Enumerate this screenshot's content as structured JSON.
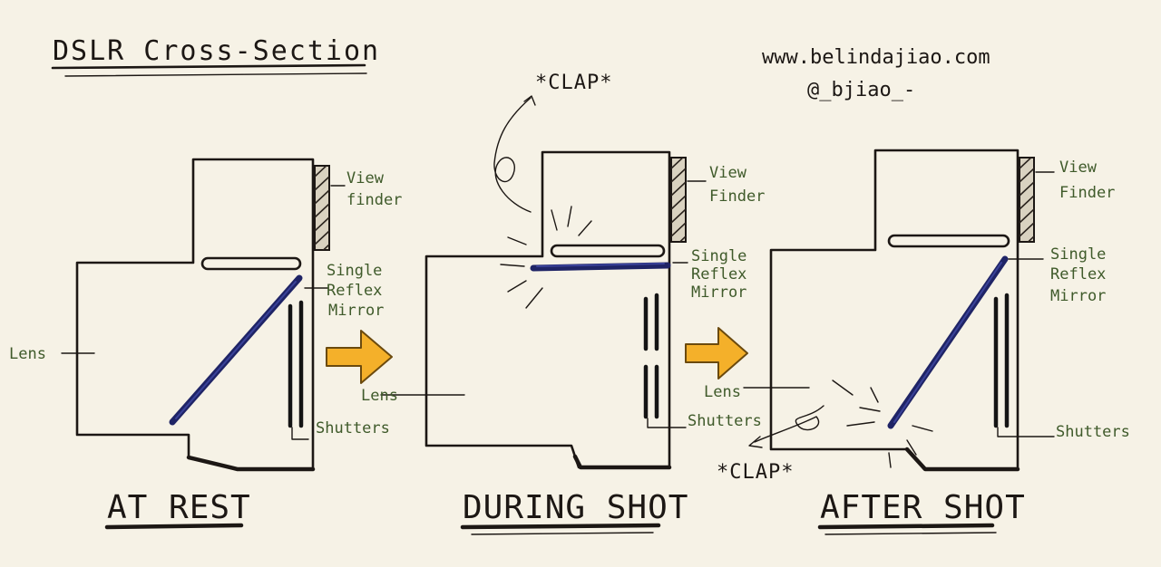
{
  "title": "DSLR Cross-Section",
  "website": "www.belindajiao.com",
  "handle": "@_bjiao_-",
  "clap_top": "*CLAP*",
  "clap_bottom": "*CLAP*",
  "panel_at_rest": {
    "caption": "AT REST",
    "labels": {
      "view": "View",
      "finder": "finder",
      "single": "Single",
      "reflex": "Reflex",
      "mirror": "Mirror",
      "lens": "Lens",
      "shutters": "Shutters"
    }
  },
  "panel_during": {
    "caption": "DURING SHOT",
    "labels": {
      "view": "View",
      "finder": "Finder",
      "single": "Single",
      "reflex": "Reflex",
      "mirror": "Mirror",
      "lens": "Lens",
      "shutters": "Shutters"
    }
  },
  "panel_after": {
    "caption": "AFTER SHOT",
    "labels": {
      "view": "View",
      "finder": "Finder",
      "single": "Single",
      "reflex": "Reflex",
      "mirror": "Mirror",
      "lens": "Lens",
      "shutters": "Shutters"
    }
  },
  "colors": {
    "paper": "#f6f2e6",
    "ink": "#1c1714",
    "mirror": "#1f2466",
    "arrow": "#f4b02a",
    "label": "#3f5a2a"
  }
}
